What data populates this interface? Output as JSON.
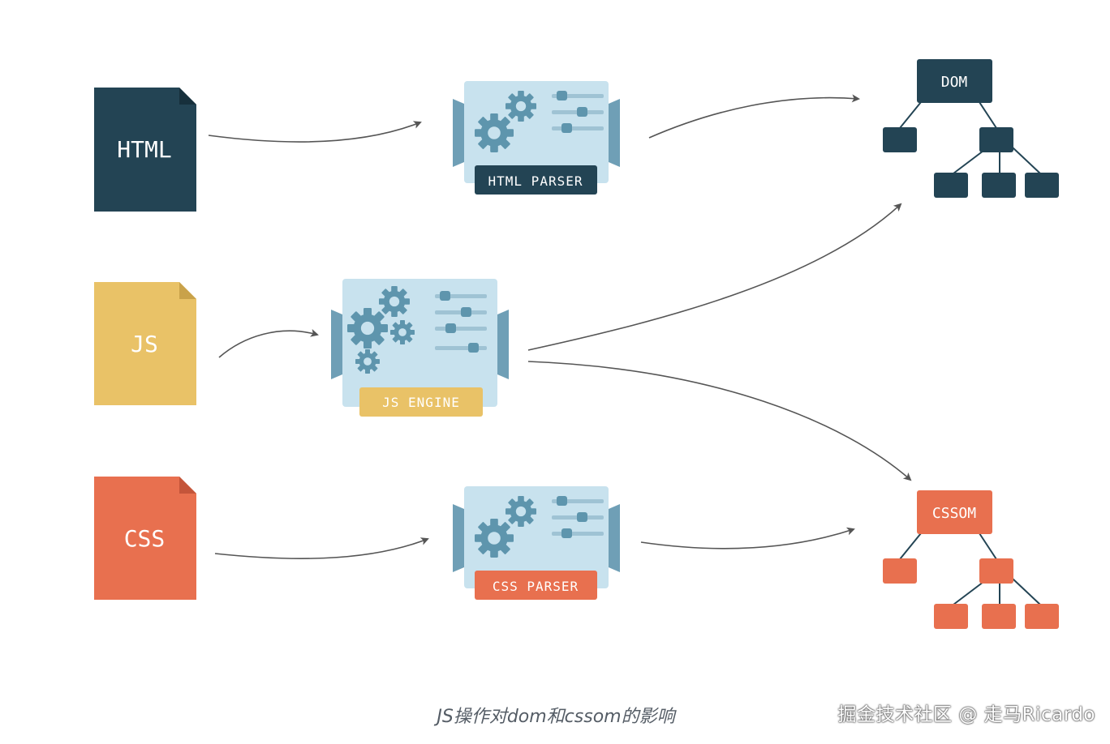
{
  "colors": {
    "dark": "#234454",
    "js": "#e9c267",
    "css": "#e8704f",
    "panel": "#c8e2ee",
    "panel_edge": "#6f9fb6",
    "gear": "#5e95ad",
    "slider": "#9fc3d4",
    "arrow": "#555555"
  },
  "files": {
    "html": "HTML",
    "js": "JS",
    "css": "CSS"
  },
  "processors": {
    "html_parser": "HTML PARSER",
    "js_engine": "JS ENGINE",
    "css_parser": "CSS PARSER"
  },
  "trees": {
    "dom": "DOM",
    "cssom": "CSSOM"
  },
  "caption": "JS操作对dom和cssom的影响",
  "watermark": "掘金技术社区 @ 走马Ricardo"
}
